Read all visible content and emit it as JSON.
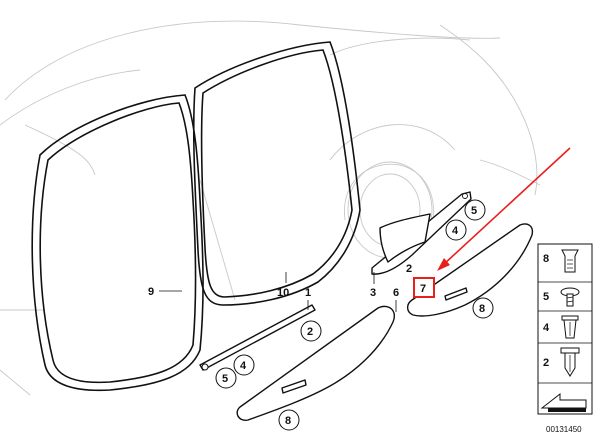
{
  "callouts": {
    "c9": "9",
    "c10": "10",
    "c1": "1",
    "c2a": "2",
    "c4a": "4",
    "c5a": "5",
    "c3": "3",
    "c6": "6",
    "c8a": "8",
    "c5b": "5",
    "c4b": "4",
    "c2b": "2",
    "c7": "7",
    "c8b": "8"
  },
  "legend": {
    "items": [
      {
        "number": "8"
      },
      {
        "number": "5"
      },
      {
        "number": "4"
      },
      {
        "number": "2"
      }
    ]
  },
  "diagram_id": "00131450",
  "colors": {
    "highlight": "#e8201c",
    "ink": "#111111",
    "ghost": "#c8c8c8"
  }
}
